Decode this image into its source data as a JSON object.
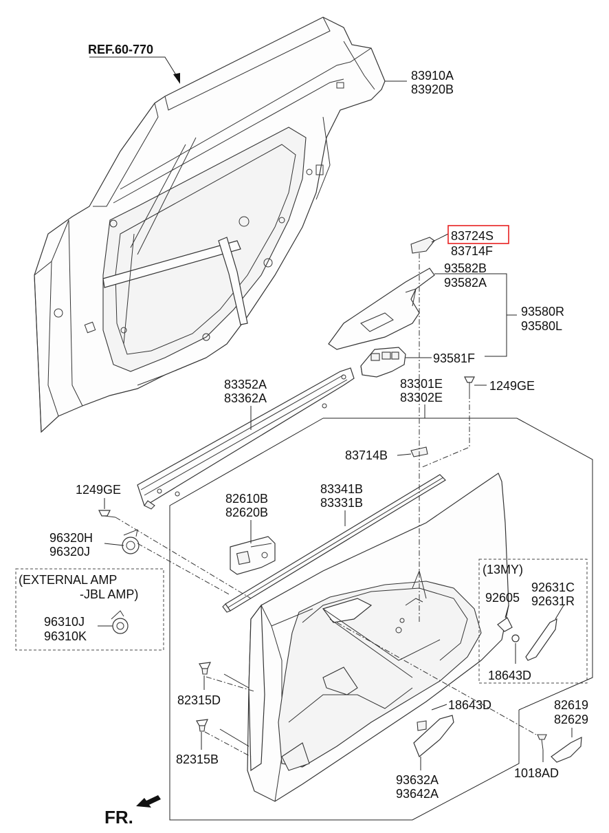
{
  "labels": {
    "ref": "REF.60-770",
    "p83910": "83910A",
    "p83920": "83920B",
    "p83724": "83724S",
    "p83714f": "83714F",
    "p93582b": "93582B",
    "p93582a": "93582A",
    "p93580r": "93580R",
    "p93580l": "93580L",
    "p93581f": "93581F",
    "p83352a": "83352A",
    "p83362a": "83362A",
    "p83301e": "83301E",
    "p83302e": "83302E",
    "p1249ge_a": "1249GE",
    "p83714b": "83714B",
    "p1249ge_b": "1249GE",
    "p82610b": "82610B",
    "p82620b": "82620B",
    "p83341b": "83341B",
    "p83331b": "83331B",
    "p96320h": "96320H",
    "p96320j": "96320J",
    "ext_amp_1": "(EXTERNAL AMP",
    "ext_amp_2": "-JBL AMP)",
    "p96310j": "96310J",
    "p96310k": "96310K",
    "my13": "(13MY)",
    "p92605": "92605",
    "p92631c": "92631C",
    "p92631r": "92631R",
    "p18643d_a": "18643D",
    "p82315d": "82315D",
    "p18643d_b": "18643D",
    "p82619": "82619",
    "p82629": "82629",
    "p82315b": "82315B",
    "p1018ad": "1018AD",
    "p93632a": "93632A",
    "p93642a": "93642A",
    "fr": "FR."
  },
  "highlight_color": "#e8201f"
}
